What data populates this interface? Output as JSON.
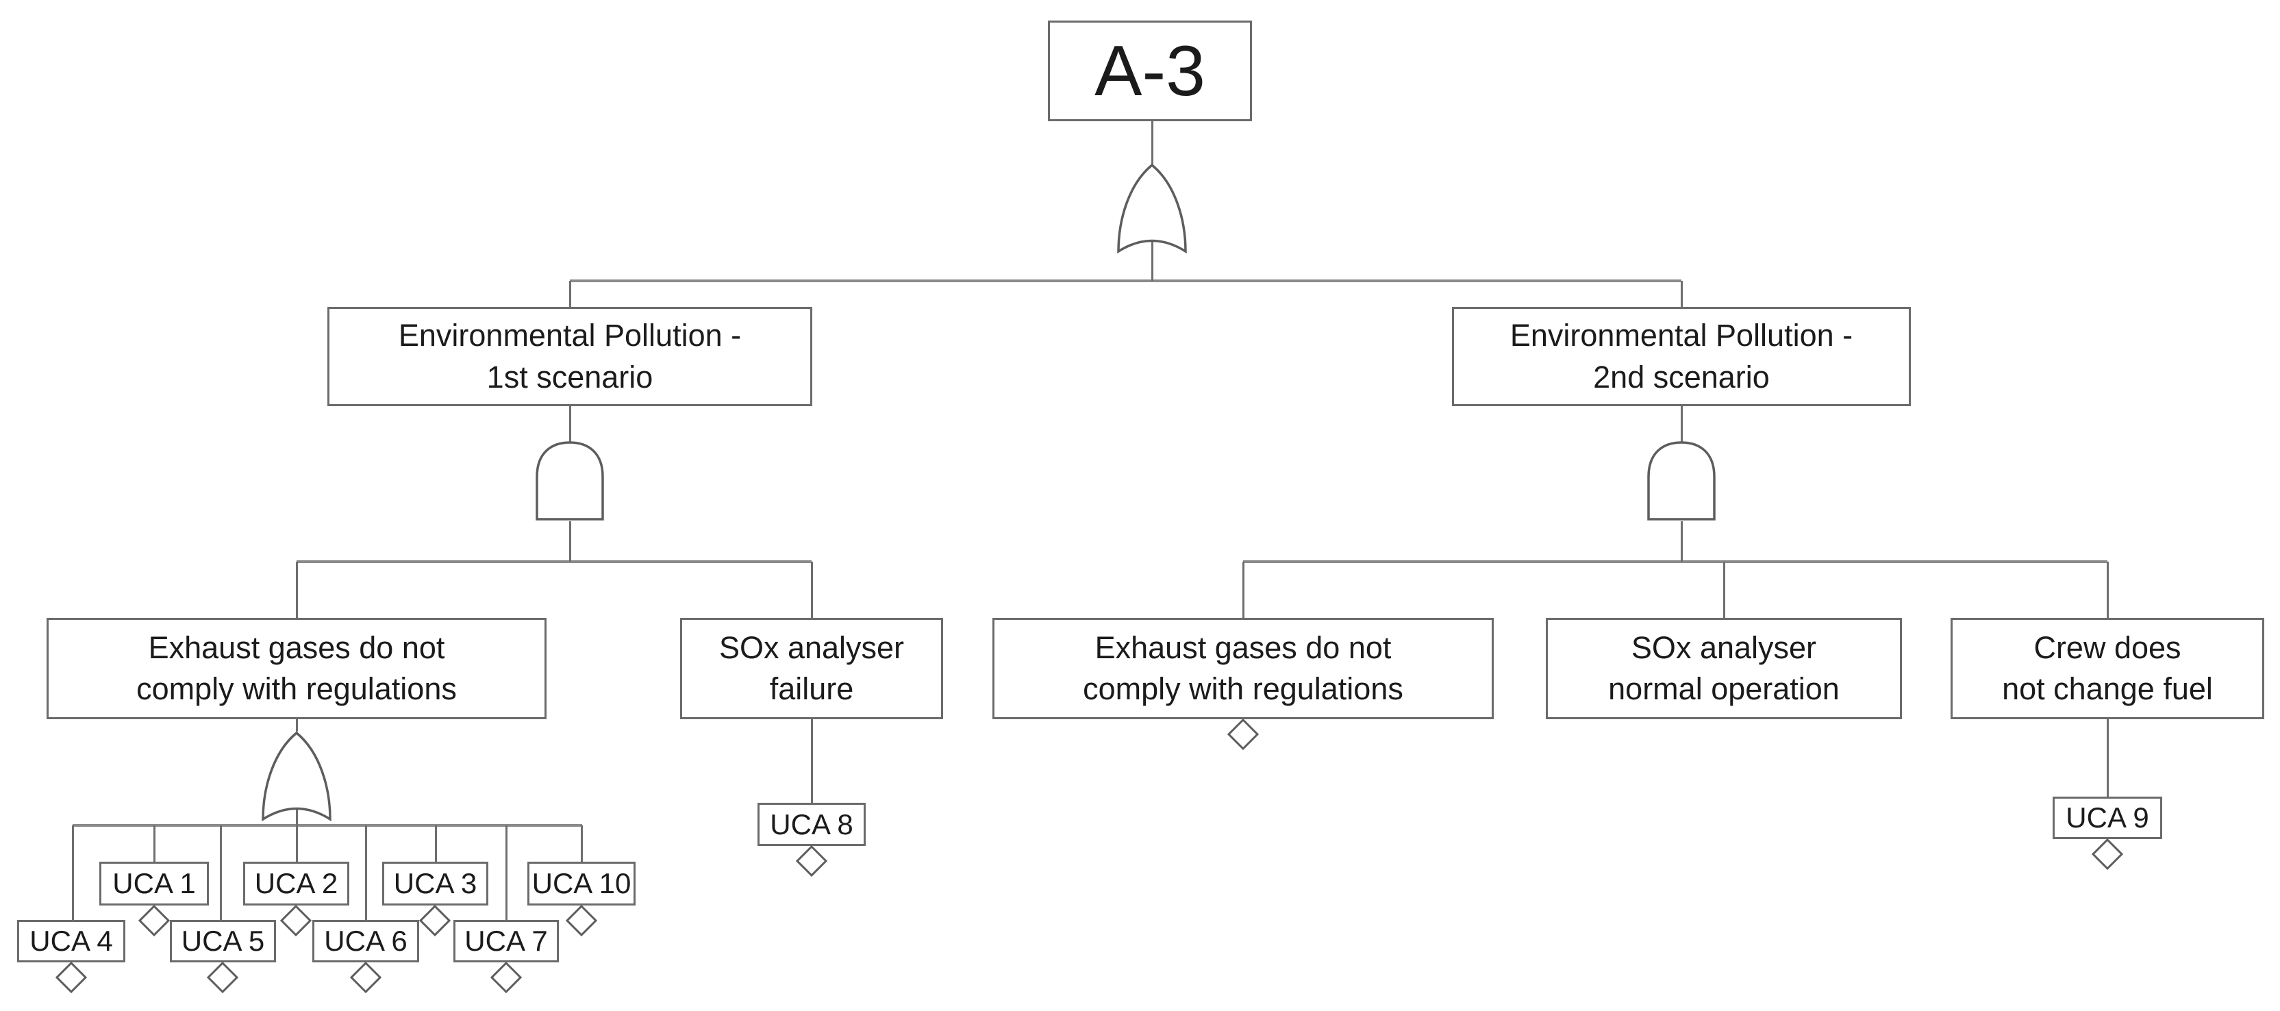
{
  "diagram_type": "fault-tree",
  "tree": {
    "root": {
      "label": "A-3",
      "gate": "OR"
    },
    "branches": {
      "scenario1": {
        "label": "Environmental Pollution -\n1st scenario",
        "gate": "AND"
      },
      "scenario2": {
        "label": "Environmental Pollution -\n2nd scenario",
        "gate": "AND"
      }
    },
    "scenario1_children": {
      "exhaust": {
        "label": "Exhaust gases do not\ncomply with regulations",
        "gate": "OR"
      },
      "sox_failure": {
        "label": "SOx analyser\nfailure"
      }
    },
    "scenario2_children": {
      "exhaust": {
        "label": "Exhaust gases do not\ncomply with regulations",
        "marker": "undeveloped-event"
      },
      "sox_normal": {
        "label": "SOx analyser\nnormal operation"
      },
      "crew": {
        "label": "Crew does\nnot change fuel"
      }
    },
    "ucas": {
      "uca1": "UCA 1",
      "uca2": "UCA 2",
      "uca3": "UCA 3",
      "uca4": "UCA 4",
      "uca5": "UCA 5",
      "uca6": "UCA 6",
      "uca7": "UCA 7",
      "uca8": "UCA 8",
      "uca9": "UCA 9",
      "uca10": "UCA 10"
    }
  }
}
